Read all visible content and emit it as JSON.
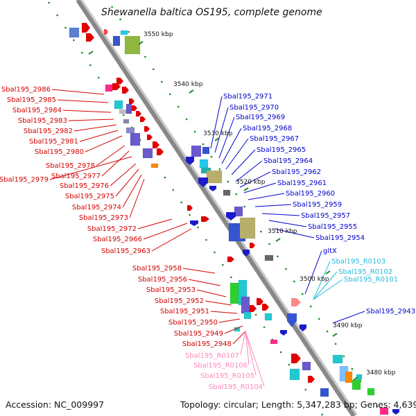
{
  "title": "Shewanella baltica OS195, complete genome",
  "accession_text": "Accession: NC_009997",
  "topology_text": "Topology: circular; Length: 5,347,283 bp; Genes: 4,639",
  "colors": {
    "axis": "#888888",
    "red_label": "#d40000",
    "blue_label": "#0000cc",
    "cyan_label": "#22bbdd",
    "pink_label": "#ff88bb",
    "tick_outer": "#2a8a2a",
    "tick_inner": "#1b8f1b"
  },
  "ruler_labels": [
    "3550 kbp",
    "3540 kbp",
    "3530 kbp",
    "3520 kbp",
    "3510 kbp",
    "3500 kbp",
    "3490 kbp",
    "3480 kbp"
  ],
  "genes_left": [
    "Sbal195_2986",
    "Sbal195_2985",
    "Sbal195_2984",
    "Sbal195_2983",
    "Sbal195_2982",
    "Sbal195_2981",
    "Sbal195_2980",
    "Sbal195_2978",
    "Sbal195_2977",
    "Sbal195_2979",
    "Sbal195_2976",
    "Sbal195_2975",
    "Sbal195_2974",
    "Sbal195_2973",
    "Sbal195_2972",
    "Sbal195_2966",
    "Sbal195_2963",
    "Sbal195_2958",
    "Sbal195_2956",
    "Sbal195_2953",
    "Sbal195_2952",
    "Sbal195_2951",
    "Sbal195_2950",
    "Sbal195_2949",
    "Sbal195_2948"
  ],
  "rna_left": [
    "Sbal195_R0107",
    "Sbal195_R0106",
    "Sbal195_R0105",
    "Sbal195_R0104"
  ],
  "genes_right": [
    "Sbal195_2971",
    "Sbal195_2970",
    "Sbal195_2969",
    "Sbal195_2968",
    "Sbal195_2967",
    "Sbal195_2965",
    "Sbal195_2964",
    "Sbal195_2962",
    "Sbal195_2961",
    "Sbal195_2960",
    "Sbal195_2959",
    "Sbal195_2957",
    "Sbal195_2955",
    "Sbal195_2954",
    "gltX",
    "Sbal195_2943"
  ],
  "rna_right": [
    "Sbal195_R0103",
    "Sbal195_R0102",
    "Sbal195_R0101"
  ]
}
